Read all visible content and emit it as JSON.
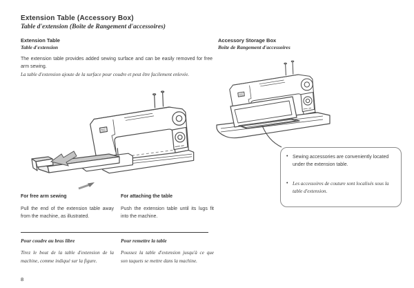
{
  "page": {
    "title_en": "Extension Table (Accessory Box)",
    "title_fr": "Table d'extension (Boîte de Rangement d'accessoires)",
    "page_number": "8"
  },
  "left_column": {
    "heading_en": "Extension Table",
    "heading_fr": "Table d'extension",
    "body_en": "The extension table provides added sewing surface and can be easily removed for free arm sewing.",
    "body_fr": "La table d'extension ajoute de la surface pour coudre et peut être facilement enlevée.",
    "sections_en": [
      {
        "heading": "For free arm sewing",
        "body": "Pull the end of the extension table away from the machine, as illustrated."
      },
      {
        "heading": "For attaching the table",
        "body": "Push the extension table until its lugs fit into the machine."
      }
    ],
    "sections_fr": [
      {
        "heading": "Pour coudre au bras libre",
        "body": "Tirez le bout de la table d'extension de la machine, comme indiqué sur la figure."
      },
      {
        "heading": "Pour remettre la table",
        "body": "Poussez la table d'extension jusqu'à ce que son taquets se mettre dans la machine."
      }
    ]
  },
  "right_column": {
    "heading_en": "Accessory Storage Box",
    "heading_fr": "Boîte de Rangement d'accessoires",
    "callout": {
      "bullet_glyph": "•",
      "bullet_en": "Sewing accessories are conveniently located under the extension table.",
      "bullet_fr": "Les accessoires de couture sont localisés sous la table d'extension."
    }
  },
  "illustrations": {
    "left_name": "sewing-machine-extension-table-removed",
    "right_name": "sewing-machine-accessory-storage-open"
  },
  "colors": {
    "ink": "#303030",
    "line_art": "#4d4d4d",
    "table_gray": "#c9c9c9",
    "bubble_border": "#8a8a8a",
    "paper": "#ffffff"
  }
}
